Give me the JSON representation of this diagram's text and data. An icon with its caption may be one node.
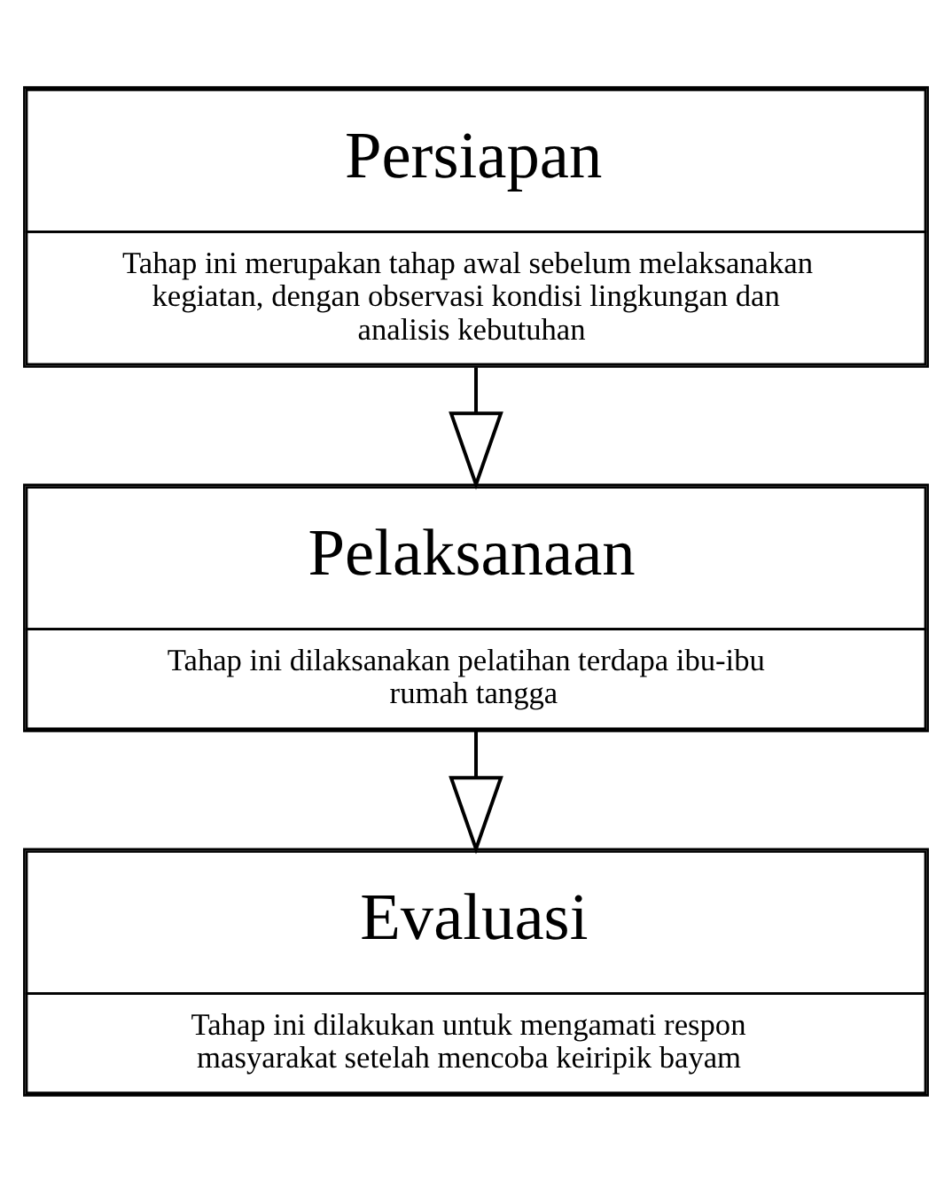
{
  "diagram": {
    "nodes": [
      {
        "text": [
          "Persiapan",
          "Tahap ini merupakan tahap awal sebelum melaksanakan kegiatan, dengan observasi kondisi lingkungan dan analisis kebutuhan"
        ]
      },
      {
        "text": [
          "Pelaksanaan",
          "Tahap ini dilaksanakan pelatihan terdapa ibu-ibu rumah tangga"
        ]
      },
      {
        "text": [
          "Evaluasi",
          "Tahap ini dilakukan untuk mengamati respon masyarakat setelah mencoba keiripik bayam"
        ]
      }
    ],
    "edges": [
      {
        "from": 0,
        "to": 1,
        "arrow": "to"
      },
      {
        "from": 1,
        "to": 2,
        "arrow": "to"
      }
    ]
  }
}
